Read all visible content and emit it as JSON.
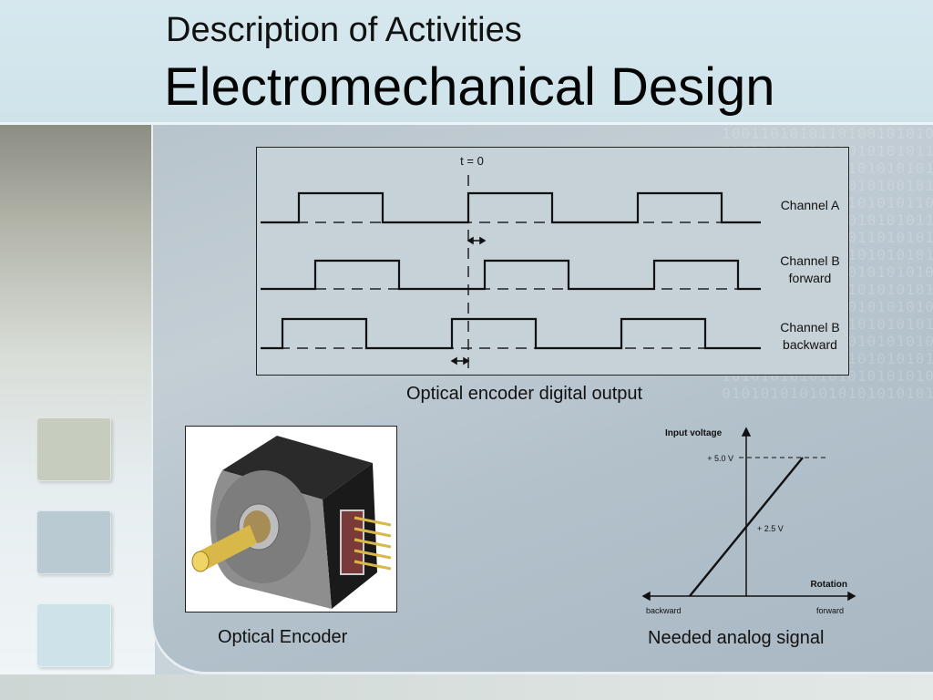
{
  "slide": {
    "subtitle": "Description of Activities",
    "title": "Electromechanical Design"
  },
  "timing_diagram": {
    "time_marker": "t = 0",
    "channels": [
      {
        "line1": "Channel A",
        "line2": ""
      },
      {
        "line1": "Channel B",
        "line2": "forward"
      },
      {
        "line1": "Channel B",
        "line2": "backward"
      }
    ],
    "caption": "Optical encoder digital output"
  },
  "photo": {
    "caption": "Optical Encoder"
  },
  "analog_chart": {
    "caption": "Needed analog signal"
  },
  "chart_data": {
    "type": "line",
    "title": "",
    "ylabel": "Input voltage",
    "xlabel": "Rotation",
    "x_left_label": "backward",
    "x_right_label": "forward",
    "y_ticks": [
      "+ 5.0 V",
      "+ 2.5 V"
    ],
    "series": [
      {
        "x": [
          -1,
          1
        ],
        "y": [
          0,
          5.0
        ]
      }
    ],
    "ylim": [
      0,
      5.0
    ]
  },
  "colors": {
    "header": "#d6e8ee",
    "panel": "#b8c4cc",
    "text": "#111111"
  }
}
